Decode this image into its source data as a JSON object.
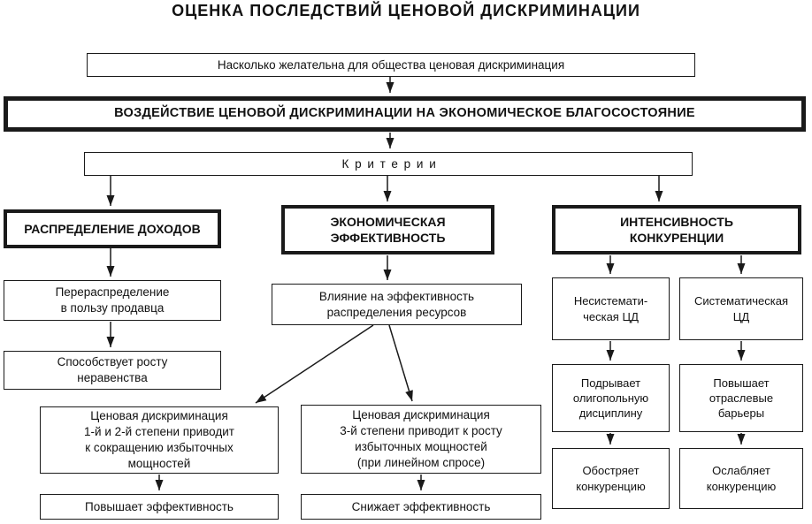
{
  "title": "ОЦЕНКА ПОСЛЕДСТВИЙ ЦЕНОВОЙ ДИСКРИМИНАЦИИ",
  "colors": {
    "line": "#1a1a1a",
    "background": "#ffffff"
  },
  "nodes": {
    "question": "Насколько желательна для общества ценовая дискриминация",
    "impact": "ВОЗДЕЙСТВИЕ ЦЕНОВОЙ ДИСКРИМИНАЦИИ НА ЭКОНОМИЧЕСКОЕ БЛАГОСОСТОЯНИЕ",
    "criteria": "Критерии",
    "income_distribution": "РАСПРЕДЕЛЕНИЕ ДОХОДОВ",
    "economic_efficiency": "ЭКОНОМИЧЕСКАЯ\nЭФФЕКТИВНОСТЬ",
    "competition_intensity": "ИНТЕНСИВНОСТЬ\nКОНКУРЕНЦИИ",
    "redistribution": "Перераспределение\nв пользу продавца",
    "inequality": "Способствует росту\nнеравенства",
    "resource_allocation": "Влияние на эффективность\nраспределения ресурсов",
    "degree_1_2": "Ценовая дискриминация\n1-й и 2-й степени приводит\nк сокращению избыточных\nмощностей",
    "degree_3": "Ценовая дискриминация\n3-й степени приводит к росту\nизбыточных мощностей\n(при линейном спросе)",
    "raises_efficiency": "Повышает эффективность",
    "lowers_efficiency": "Снижает эффективность",
    "nonsystematic_pd": "Несистемати-\nческая ЦД",
    "systematic_pd": "Систематическая\nЦД",
    "undermines_discipline": "Подрывает\nолигопольную\nдисциплину",
    "raises_barriers": "Повышает\nотраслевые\nбарьеры",
    "intensifies_competition": "Обостряет\nконкуренцию",
    "weakens_competition": "Ослабляет\nконкуренцию"
  }
}
